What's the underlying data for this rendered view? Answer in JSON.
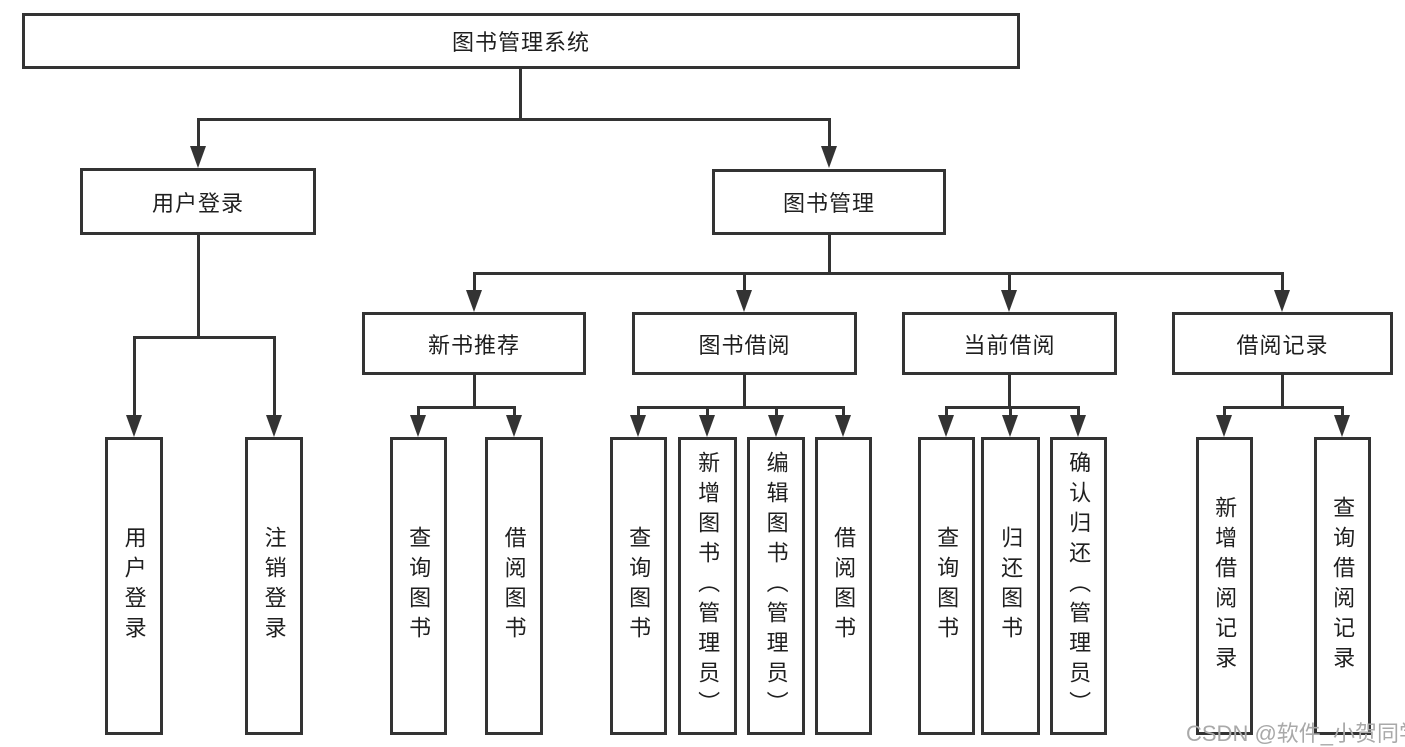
{
  "tree": {
    "root": {
      "label": "图书管理系统"
    },
    "branches": [
      {
        "label": "用户登录",
        "children": [
          {
            "label": "用户登录"
          },
          {
            "label": "注销登录"
          }
        ]
      },
      {
        "label": "图书管理",
        "children": [
          {
            "label": "新书推荐",
            "children": [
              {
                "label": "查询图书"
              },
              {
                "label": "借阅图书"
              }
            ]
          },
          {
            "label": "图书借阅",
            "children": [
              {
                "label": "查询图书"
              },
              {
                "label": "新增图书（管理员）"
              },
              {
                "label": "编辑图书（管理员）"
              },
              {
                "label": "借阅图书"
              }
            ]
          },
          {
            "label": "当前借阅",
            "children": [
              {
                "label": "查询图书"
              },
              {
                "label": "归还图书"
              },
              {
                "label": "确认归还（管理员）"
              }
            ]
          },
          {
            "label": "借阅记录",
            "children": [
              {
                "label": "新增借阅记录"
              },
              {
                "label": "查询借阅记录"
              }
            ]
          }
        ]
      }
    ]
  },
  "watermark": {
    "text": "CSDN @软件_小贺同学"
  },
  "colors": {
    "line": "#333333",
    "text": "#1f1f1f",
    "watermark": "#a9a9a9",
    "background": "#ffffff"
  }
}
